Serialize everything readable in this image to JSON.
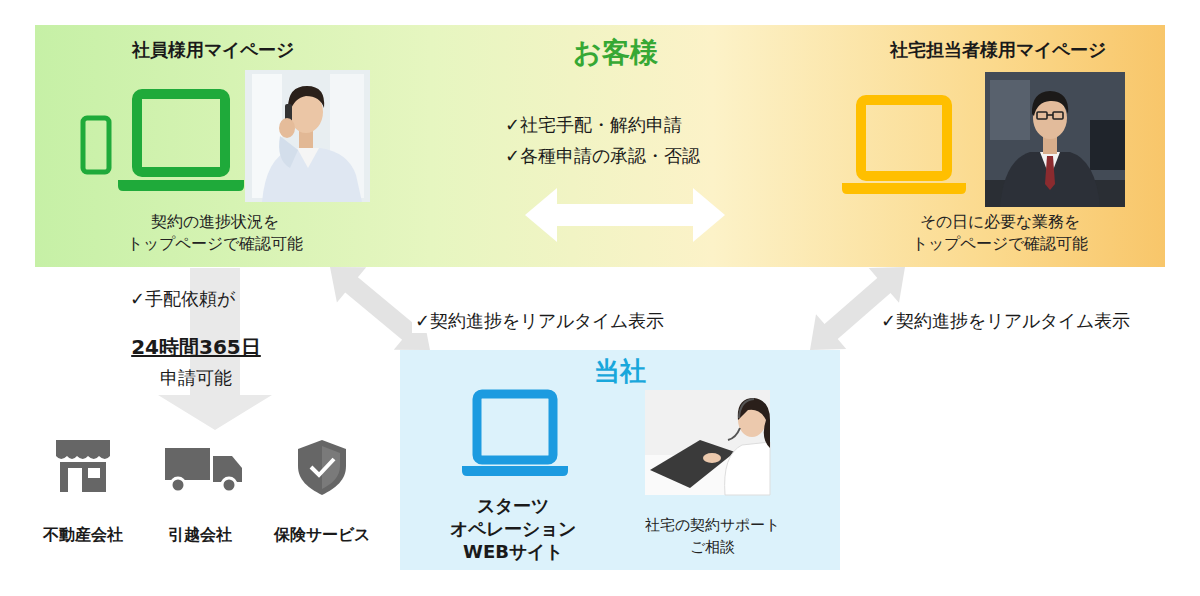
{
  "diagram": {
    "nodes": [
      {
        "text": [
          "お客様"
        ]
      },
      {
        "text": [
          "社員様用マイページ",
          "契約の進捗状況を トップページで確認可能"
        ],
        "in": 0
      },
      {
        "text": [
          "社宅担当者様用マイページ",
          "その日に必要な業務を トップページで確認可能"
        ],
        "in": 0
      },
      {
        "text": [
          "当社"
        ]
      },
      {
        "text": [
          "スターツ オペレーション WEBサイト"
        ],
        "in": 3
      },
      {
        "text": [
          "社宅の契約サポート ご相談"
        ],
        "in": 3
      }
    ],
    "edges": [
      {
        "from": 1,
        "to": 2,
        "arrow": "both"
      },
      {
        "from": 1,
        "to": 3,
        "label": "✓契約進捗をリアルタイム表示",
        "arrow": "both"
      },
      {
        "from": 2,
        "to": 3,
        "label": "✓契約進捗をリアルタイム表示",
        "arrow": "both"
      }
    ],
    "labels": [
      "✓社宅手配・解約申請",
      "✓各種申請の承認・否認",
      "✓手配依頼が",
      "24時間365日",
      "申請可能",
      "不動産会社",
      "引越会社",
      "保険サービス"
    ]
  }
}
